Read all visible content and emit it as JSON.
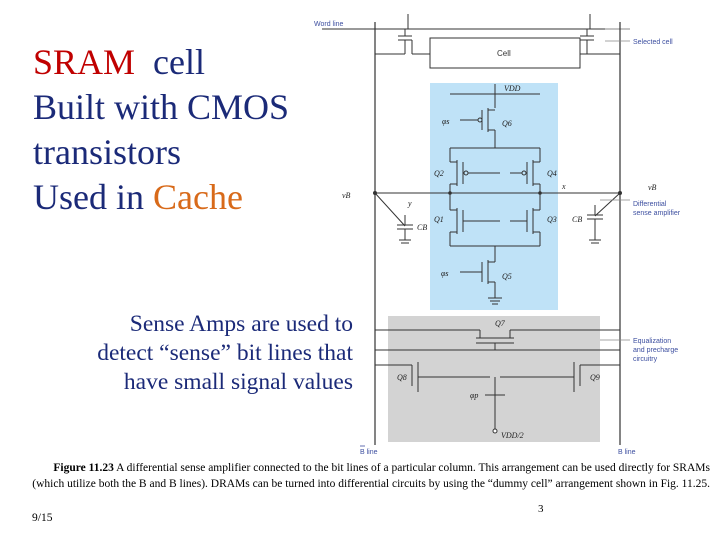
{
  "title": {
    "line1_red": "SRAM",
    "line1_rest": "  cell",
    "line2": "Built with CMOS",
    "line3": "transistors",
    "line4_pre": "Used in ",
    "line4_orange": "Cache"
  },
  "note": {
    "line1": "Sense Amps are used to",
    "line2": "detect “sense” bit lines that",
    "line3": "have small signal values"
  },
  "figure": {
    "word_line": "Word line",
    "cell": "Cell",
    "selected_cell": "Selected cell",
    "vdd": "VDD",
    "phi_s_top": "φs",
    "q6": "Q6",
    "q2": "Q2",
    "q4": "Q4",
    "q1": "Q1",
    "q3": "Q3",
    "vb_left": "vB",
    "vb_right": "vB",
    "x_node": "x",
    "y_node": "y",
    "cb_left": "CB",
    "cb_right": "CB",
    "diff_amp_line1": "Differential",
    "diff_amp_line2": "sense amplifier",
    "phi_s_bottom": "φs",
    "q5": "Q5",
    "q7": "Q7",
    "q8": "Q8",
    "q9": "Q9",
    "phi_p": "φp",
    "vdd_half": "VDD/2",
    "eq_line1": "Equalization",
    "eq_line2": "and precharge",
    "eq_line3": "circuitry",
    "bbar_line": "B line",
    "b_line": "B line"
  },
  "caption": {
    "fig_label": "Figure 11.23",
    "text": "A differential sense amplifier connected to the bit lines of a particular column. This arrangement can be used directly for SRAMs (which utilize both the B and B lines). DRAMs can be turned into differential circuits by using the “dummy cell” arrangement shown in Fig. 11.25."
  },
  "footer": {
    "date": "9/15",
    "page": "3"
  },
  "colors": {
    "title_blue": "#1b2a78",
    "sram_red": "#c00000",
    "cache_orange": "#d86a1a",
    "amp_bg": "#bfe2f7",
    "eq_bg": "#d3d3d3",
    "label_blue": "#3d4fa0"
  }
}
